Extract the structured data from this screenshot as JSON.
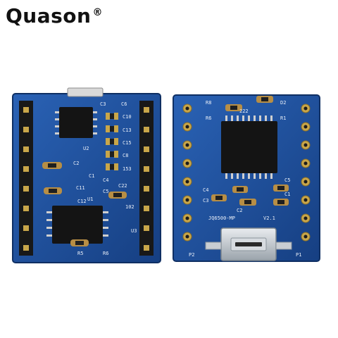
{
  "brand": {
    "name": "Quason",
    "registered_mark": "®"
  },
  "photo_subject": "Two views of a blue MP3 player module PCB (bottom and top)",
  "colors": {
    "pcb": "#1d4f9a",
    "pcb_dark": "#133a75",
    "gold_pad": "#c8a64a",
    "pin_black": "#1a1a1a"
  },
  "board_left": {
    "labels": {
      "u2": "U2",
      "u1": "U1",
      "u3": "U3",
      "c1": "C1",
      "c2": "C2",
      "c3": "C3",
      "c4": "C4",
      "c5": "C5",
      "c6": "C6",
      "c8": "C8",
      "c10": "C10",
      "c11": "C11",
      "c12": "C12",
      "c13": "C13",
      "c15": "C15",
      "r5": "R5",
      "r6": "R6",
      "c22": "C22",
      "c153": "153",
      "c102": "102"
    }
  },
  "board_right": {
    "labels": {
      "r8": "R8",
      "r6": "R6",
      "d2": "D2",
      "r1": "R1",
      "c4": "C4",
      "c3": "C3",
      "c5": "C5",
      "c1": "C1",
      "c2": "C2",
      "model": "JQ6500-MP",
      "version": "V2.1",
      "p1": "P1",
      "p2": "P2",
      "r222": "222"
    }
  }
}
